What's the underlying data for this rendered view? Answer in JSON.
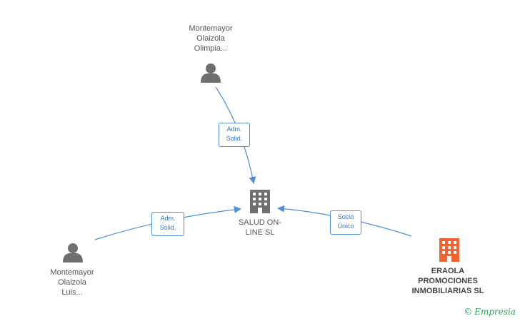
{
  "nodes": {
    "olimpia": {
      "label": "Montemayor\nOlaizola\nOlimpia...",
      "icon": "person-icon"
    },
    "luis": {
      "label": "Montemayor\nOlaizola\nLuis...",
      "icon": "person-icon"
    },
    "salud": {
      "label": "SALUD ON-\nLINE SL",
      "icon": "building-icon"
    },
    "eraola": {
      "label": "ERAOLA\nPROMOCIONES\nINMOBILIARIAS SL",
      "icon": "building-icon"
    }
  },
  "edges": {
    "olimpia_salud": {
      "label": "Adm.\nSolid."
    },
    "luis_salud": {
      "label": "Adm.\nSolid."
    },
    "eraola_salud": {
      "label": "Socio\nÚnico"
    }
  },
  "colors": {
    "person": "#6f6f6f",
    "company": "#6f6f6f",
    "highlight_company": "#ef6433",
    "edge": "#4a8fd8"
  },
  "brand": {
    "copyright": "©",
    "name": "Empresia"
  }
}
